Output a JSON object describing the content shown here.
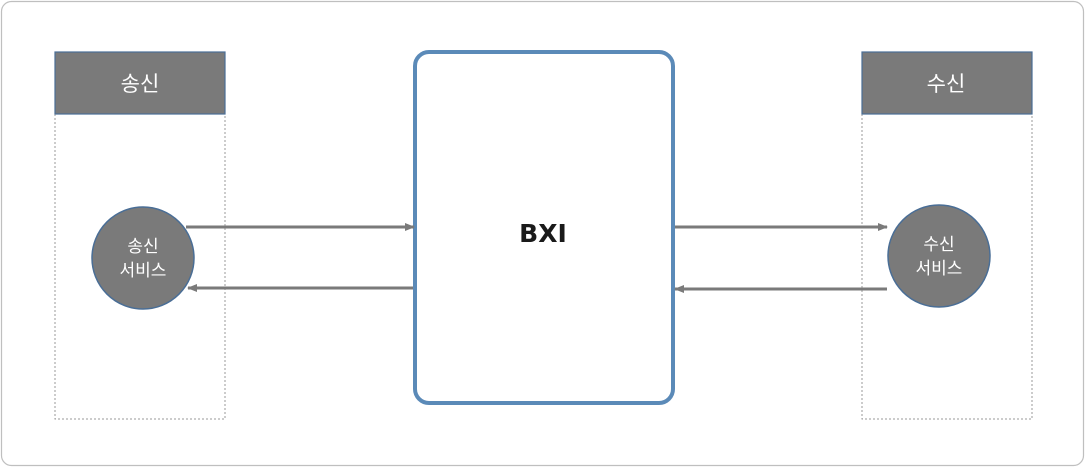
{
  "sender": {
    "header": "송신",
    "service_line1": "송신",
    "service_line2": "서비스"
  },
  "receiver": {
    "header": "수신",
    "service_line1": "수신",
    "service_line2": "서비스"
  },
  "hub": {
    "label": "BXI"
  },
  "colors": {
    "header_fill": "#7a7a7a",
    "header_stroke": "#4a6e96",
    "circle_fill": "#7a7a7a",
    "circle_stroke": "#4a6e96",
    "hub_stroke": "#5b8ab8",
    "arrow": "#7a7a7a",
    "frame": "#bfbfbf",
    "dashed": "#9a9a9a"
  }
}
